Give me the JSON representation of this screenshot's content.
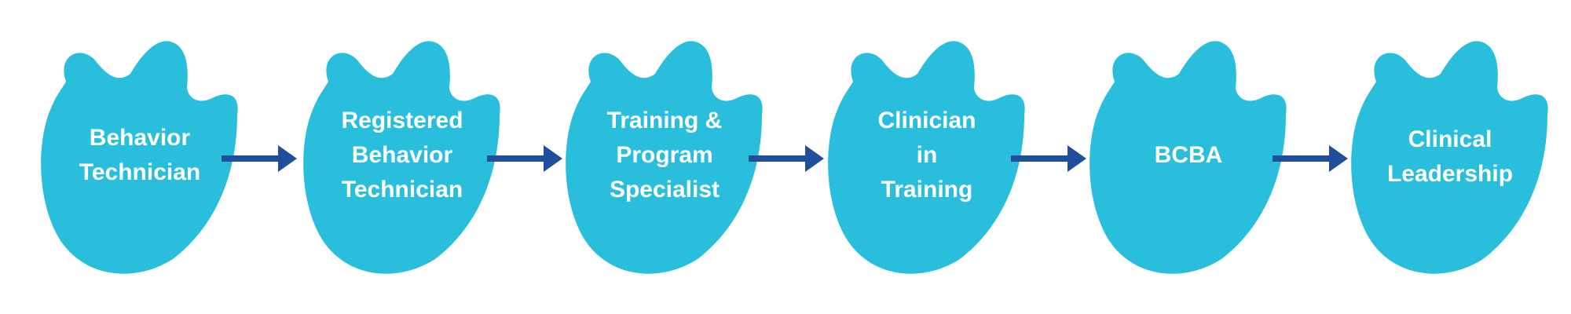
{
  "diagram": {
    "shape_color": "#29BEDC",
    "arrow_color": "#1F4E9C",
    "label_color": "#FFFFFF",
    "steps": [
      {
        "lines": [
          "Behavior",
          "Technician"
        ]
      },
      {
        "lines": [
          "Registered",
          "Behavior",
          "Technician"
        ]
      },
      {
        "lines": [
          "Training &",
          "Program",
          "Specialist"
        ]
      },
      {
        "lines": [
          "Clinician",
          "in",
          "Training"
        ]
      },
      {
        "lines": [
          "BCBA"
        ]
      },
      {
        "lines": [
          "Clinical",
          "Leadership"
        ]
      }
    ]
  }
}
